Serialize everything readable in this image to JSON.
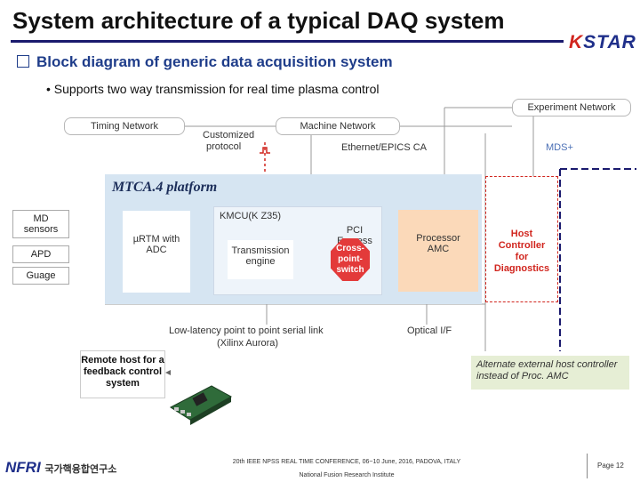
{
  "header": {
    "title": "System architecture of a typical DAQ system",
    "logo_k": "K",
    "logo_rest": "STAR"
  },
  "bullets": {
    "level1": "Block diagram of generic data acquisition system",
    "level2": "• Supports two way transmission for real time plasma control"
  },
  "diagram": {
    "timing_network": "Timing Network",
    "machine_network": "Machine Network",
    "experiment_network": "Experiment Network",
    "customized_protocol_1": "Customized",
    "customized_protocol_2": "protocol",
    "ethernet_epics": "Ethernet/EPICS CA",
    "mds": "MDS+",
    "mtca_platform": "MTCA.4 platform",
    "kmcu": "KMCU(K Z35)",
    "pci_express": "PCI Express",
    "rtm_1": "µRTM with",
    "rtm_2": "ADC",
    "trans_1": "Transmission",
    "trans_2": "engine",
    "cross_1": "Cross-",
    "cross_2": "point-",
    "cross_3": "switch",
    "proc_1": "Processor",
    "proc_2": "AMC",
    "host_1": "Host Controller",
    "host_2": "for Diagnostics",
    "sensor_md_1": "MD",
    "sensor_md_2": "sensors",
    "sensor_apd": "APD",
    "sensor_gauge": "Guage",
    "low_latency_1": "Low-latency point to point serial link",
    "low_latency_2": "(Xilinx Aurora)",
    "optical": "Optical I/F",
    "remote_1": "Remote host for a",
    "remote_2": "feedback control",
    "remote_3": "system",
    "alt_1": "Alternate external host controller",
    "alt_2": "instead of Proc. AMC"
  },
  "footer": {
    "org_logo": "NFRI",
    "org_korean": "국가핵융합연구소",
    "conference": "20th IEEE NPSS REAL TIME CONFERENCE, 06~10 June, 2016, PADOVA, ITALY",
    "institute": "National Fusion Research Institute",
    "page": "Page 12"
  },
  "colors": {
    "title_rule": "#1a1a6e",
    "accent_red": "#d1261f",
    "mtca_bg": "#d6e5f2",
    "proc_bg": "#fbd9b9",
    "alt_bg": "#e6eed5"
  }
}
